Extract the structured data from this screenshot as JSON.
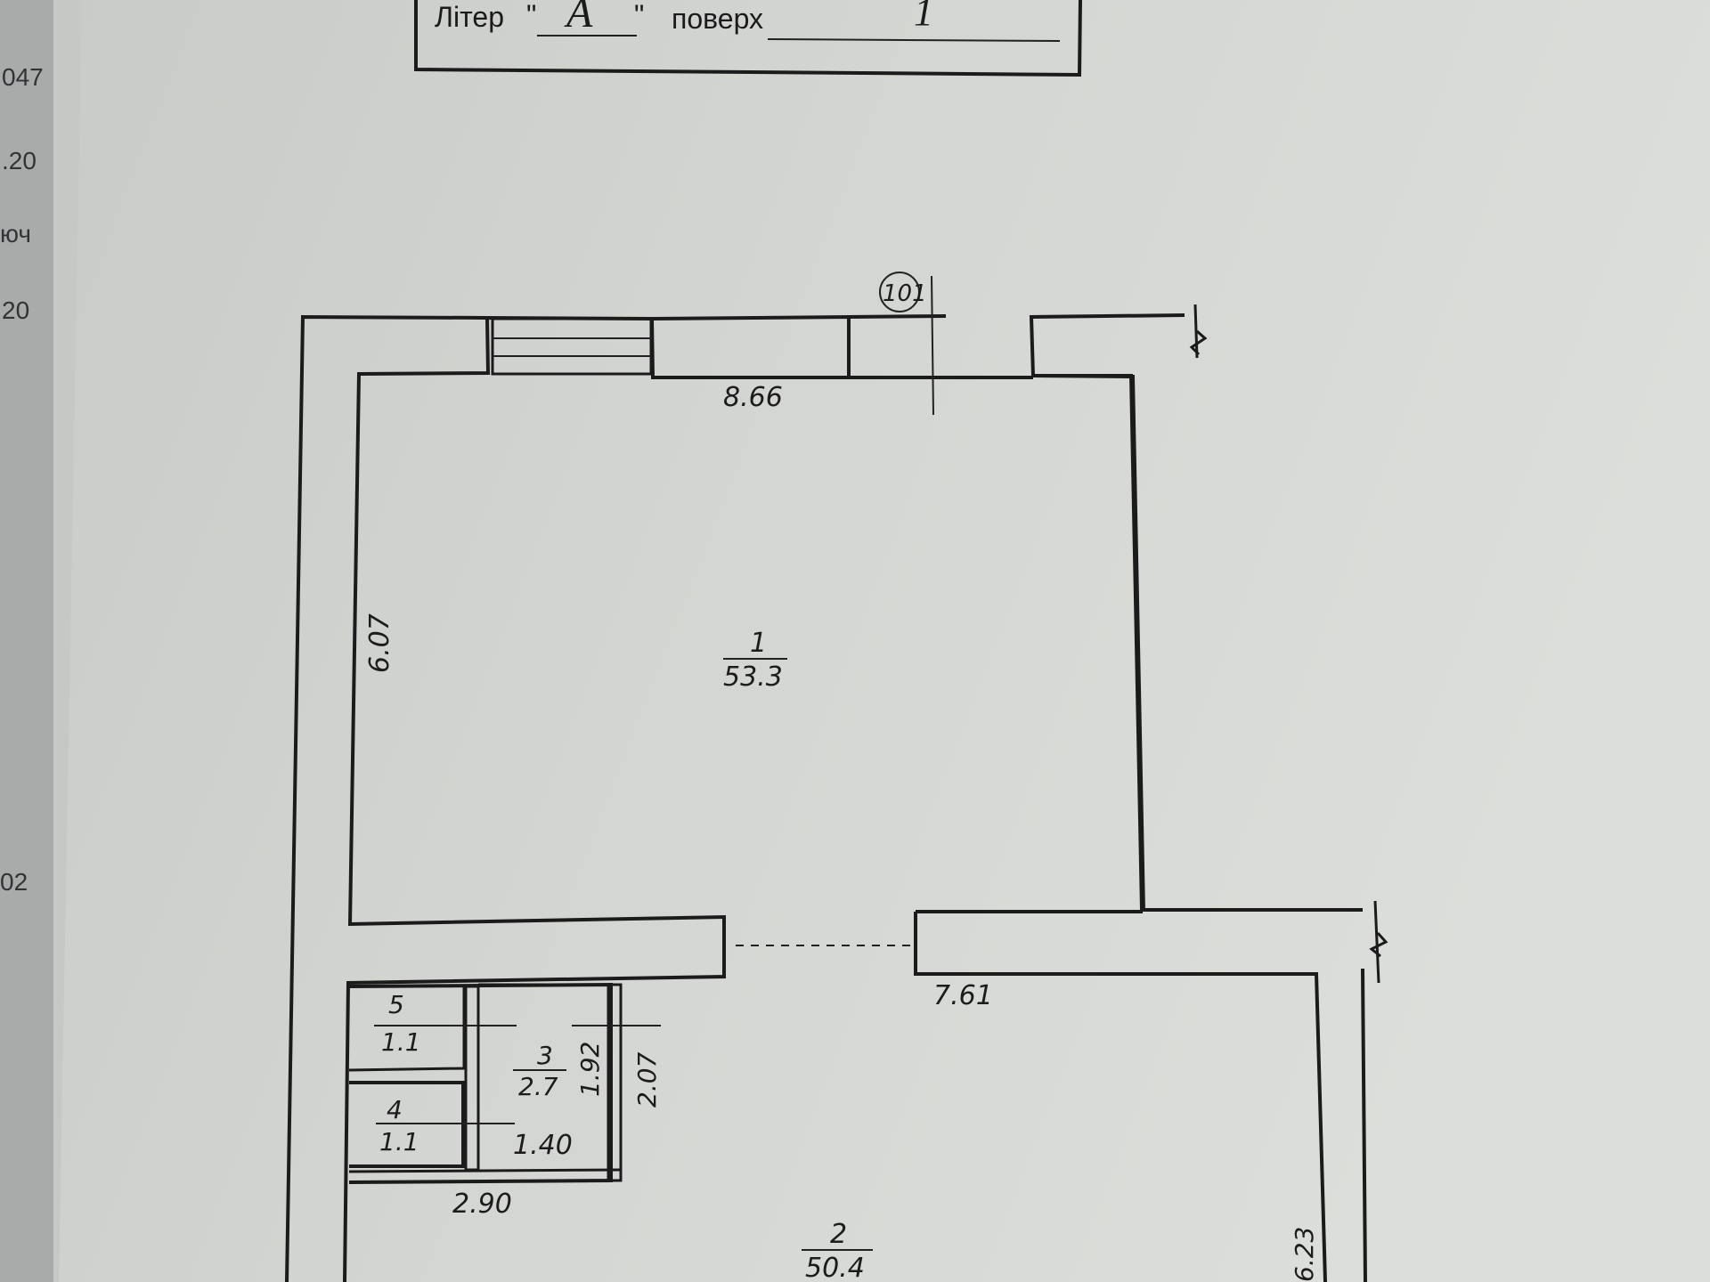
{
  "title_block": {
    "liter_label": "Літер",
    "open_quote": "\"",
    "close_quote": "\"",
    "liter_value": "А",
    "floor_label": "поверх",
    "floor_value": "1"
  },
  "left_page_margin": [
    "047",
    ".20",
    "юч",
    "20",
    "02"
  ],
  "plan": {
    "axis_marker": "101",
    "rooms": [
      {
        "number": "1",
        "area": "53.3"
      },
      {
        "number": "2",
        "area": "50.4"
      },
      {
        "number": "3",
        "area": "2.7"
      },
      {
        "number": "4",
        "area": "1.1"
      },
      {
        "number": "5",
        "area": "1.1"
      }
    ],
    "dimensions": {
      "top_width": "8.66",
      "left_height": "6.07",
      "hall_width": "7.61",
      "closet_width": "2.90",
      "room3_width": "1.40",
      "room3_height": "1.92",
      "right_depth": "2.07",
      "room2_height": "6.23"
    }
  }
}
